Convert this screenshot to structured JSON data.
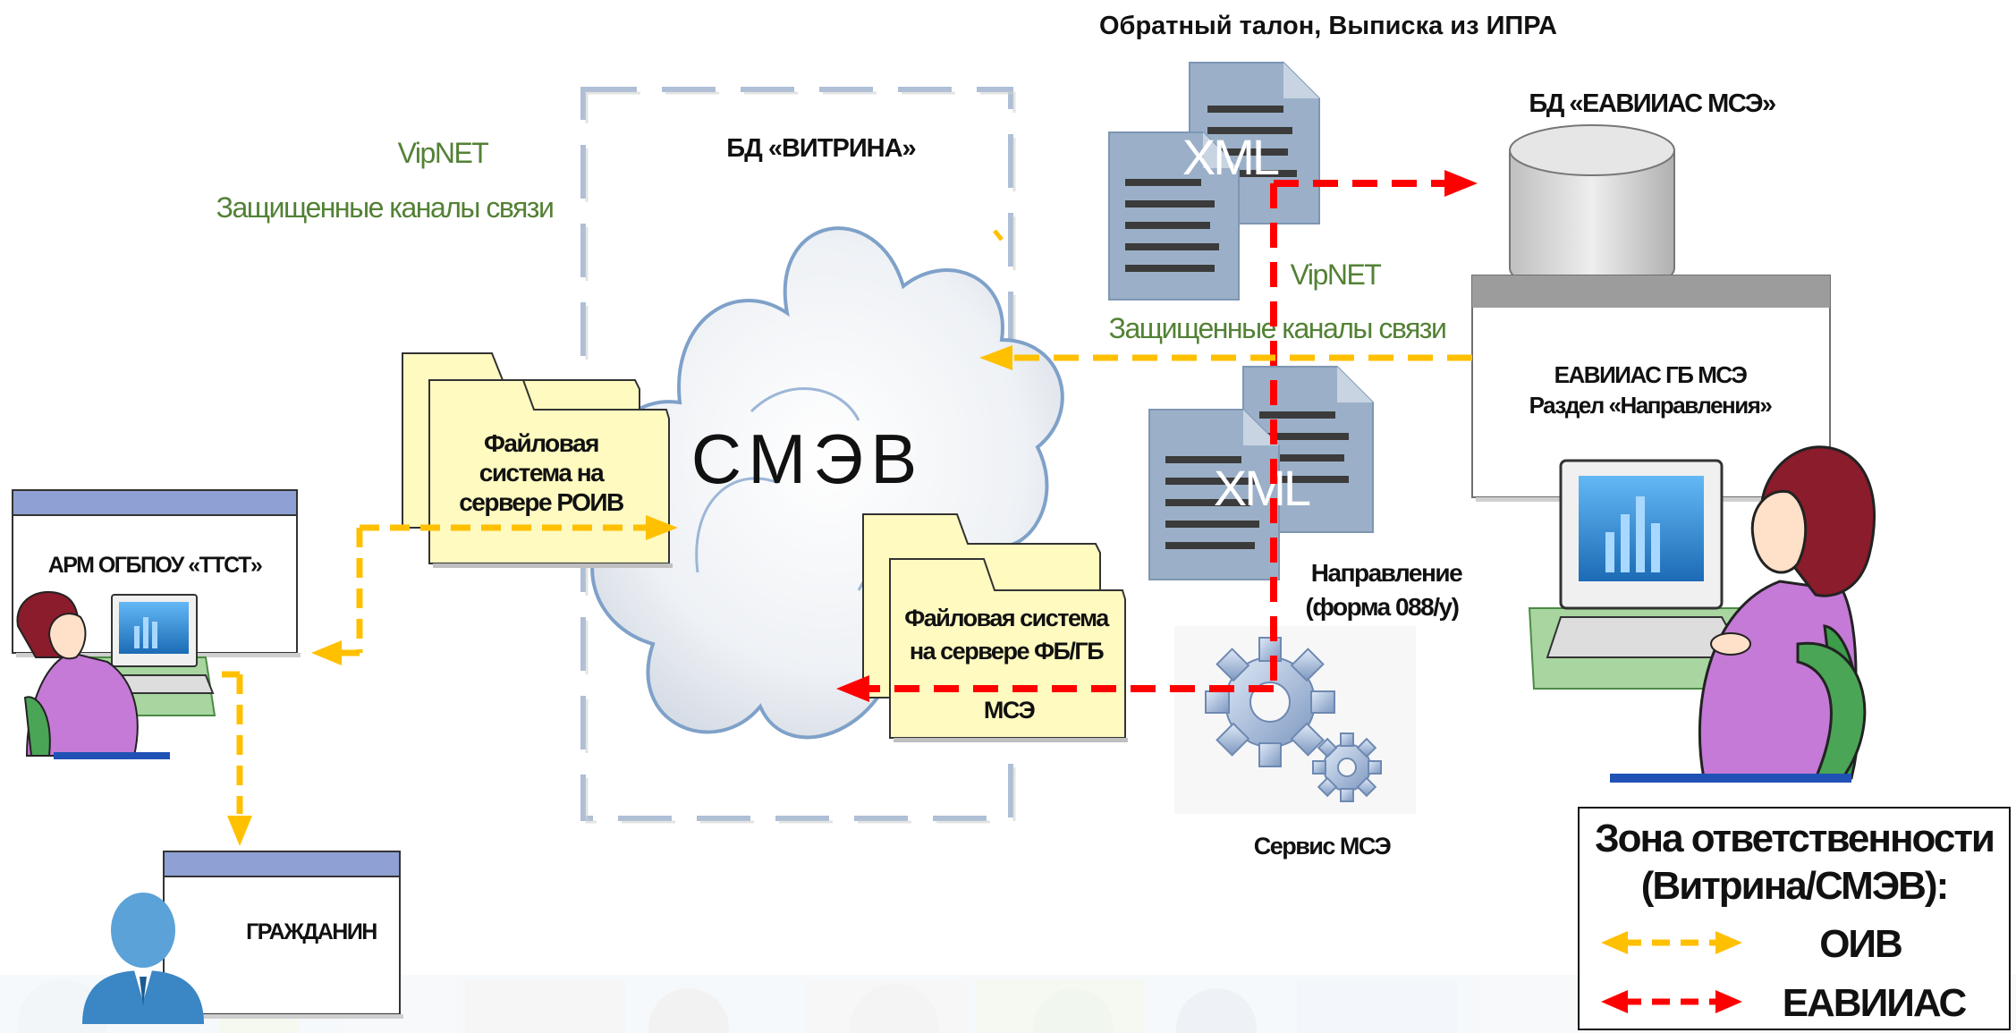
{
  "top_caption": "Обратный талон, Выписка из  ИПРА",
  "db_vitrina": "БД «ВИТРИНА»",
  "db_eaviias": "БД «ЕАВИИАС МСЭ»",
  "vipnet_left": "VipNET",
  "channels_left": "Защищенные каналы связи",
  "vipnet_right": "VipNET",
  "channels_right": "Защищенные каналы связи",
  "xml_top": "XML",
  "xml_mid": "XML",
  "smev": "СМЭВ",
  "folder_roiv": [
    "Файловая",
    "система на",
    "сервере РОИВ"
  ],
  "folder_fbgb": [
    "Файловая система",
    "на сервере ФБ/ГБ",
    "МСЭ"
  ],
  "eaviias_box": [
    "ЕАВИИАС ГБ МСЭ",
    "Раздел «Направления»"
  ],
  "arm_box": "АРМ ОГБПОУ «ТТСТ»",
  "citizen_box": "ГРАЖДАНИН",
  "direction": [
    "Направление",
    "(форма 088/у)"
  ],
  "service": "Сервис МСЭ",
  "legend": {
    "title_line1": "Зона ответственности",
    "title_line2": "(Витрина/СМЭВ):",
    "oiv": "ОИВ",
    "eaviias": "ЕАВИИАС"
  },
  "colors": {
    "oiv_arrow": "#ffc000",
    "eaviias_arrow": "#ff0000",
    "channel_text": "#538135",
    "box_header": "#8ea0d4"
  }
}
